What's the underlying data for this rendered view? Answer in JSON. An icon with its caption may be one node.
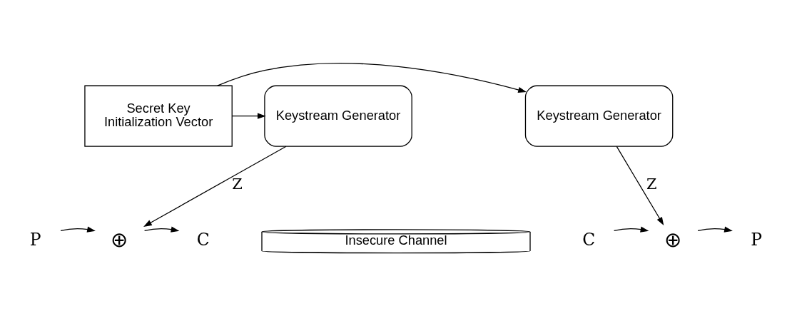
{
  "diagram": {
    "nodes": [
      {
        "text": [
          "Keystream Generator"
        ]
      },
      {
        "text": [
          "Secret Key",
          "Initialization Vector"
        ]
      },
      {
        "text": [
          "Keystream Generator"
        ]
      },
      {
        "text": [
          "P"
        ]
      },
      {
        "text": [
          "⊕"
        ]
      },
      {
        "text": [
          "C"
        ]
      },
      {
        "text": [
          "Insecure Channel"
        ]
      },
      {
        "text": [
          "C"
        ]
      },
      {
        "text": [
          "⊕"
        ]
      },
      {
        "text": [
          "P"
        ]
      }
    ],
    "edges": [
      {
        "from": 1,
        "to": 0,
        "arrow": "to"
      },
      {
        "from": 1,
        "to": 2,
        "arrow": "to"
      },
      {
        "from": 0,
        "to": 4,
        "arrow": "to",
        "label": "Z"
      },
      {
        "from": 2,
        "to": 8,
        "arrow": "to",
        "label": "Z"
      },
      {
        "from": 3,
        "to": 4,
        "arrow": "to"
      },
      {
        "from": 4,
        "to": 5,
        "arrow": "to"
      },
      {
        "from": 7,
        "to": 8,
        "arrow": "to"
      },
      {
        "from": 8,
        "to": 9,
        "arrow": "to"
      }
    ]
  }
}
